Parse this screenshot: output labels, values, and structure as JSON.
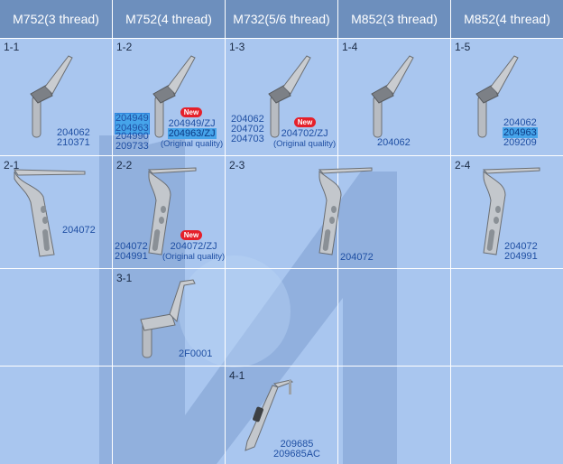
{
  "headers": [
    "M752(3 thread)",
    "M752(4 thread)",
    "M732(5/6 thread)",
    "M852(3 thread)",
    "M852(4 thread)"
  ],
  "cells": {
    "c11": {
      "label": "1-1",
      "codes": [
        "204062",
        "210371"
      ]
    },
    "c12": {
      "label": "1-2",
      "codes_left": [
        "204949",
        "204963",
        "204990",
        "209733"
      ],
      "codes_right": [
        "204949/ZJ",
        "204963/ZJ",
        "(Original quality)"
      ],
      "badge": "New"
    },
    "c13": {
      "label": "1-3",
      "codes_left": [
        "204062",
        "204702",
        "204703"
      ],
      "codes_right": [
        "204702/ZJ",
        "(Original quality)"
      ],
      "badge": "New"
    },
    "c14": {
      "label": "1-4",
      "codes": [
        "204062"
      ]
    },
    "c15": {
      "label": "1-5",
      "codes": [
        "204062",
        "204963",
        "209209"
      ]
    },
    "c21": {
      "label": "2-1",
      "codes": [
        "204072"
      ]
    },
    "c22": {
      "label": "2-2",
      "codes_left": [
        "204072",
        "204991"
      ],
      "codes_right": [
        "204072/ZJ",
        "(Original quality)"
      ],
      "badge": "New"
    },
    "c23": {
      "label": "2-3",
      "codes": [
        "204072"
      ]
    },
    "c24": {
      "label": "2-4",
      "codes": [
        "204072",
        "204991"
      ]
    },
    "c31": {
      "label": "3-1",
      "codes": [
        "2F0001"
      ]
    },
    "c41": {
      "label": "4-1",
      "codes": [
        "209685",
        "209685AC"
      ]
    }
  },
  "colors": {
    "header_bg": "#6d8fbd",
    "cell_bg": "#a9c6ef",
    "code_text": "#1f4fa3",
    "highlight": "#46a4ea",
    "badge": "#e5202a"
  }
}
